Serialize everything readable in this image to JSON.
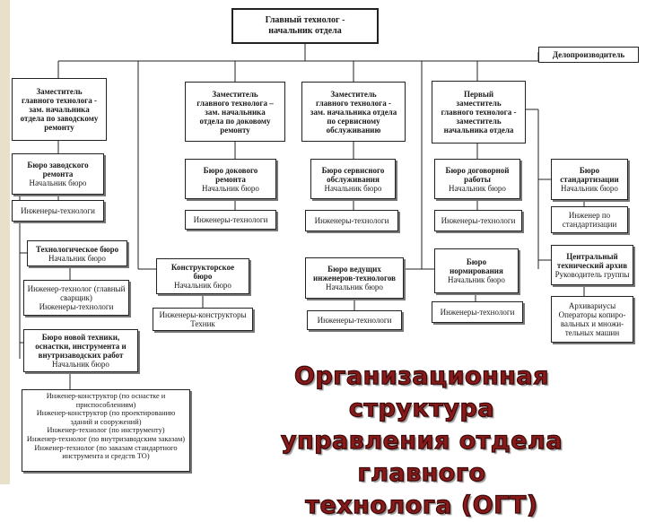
{
  "root": {
    "line1": "Главный технолог -",
    "line2": "начальник отдела"
  },
  "clerk": "Делопроизводитель",
  "deputies": {
    "d1": [
      "Заместитель",
      "главного технолога -",
      "зам. начальника",
      "отдела по заводскому",
      "ремонту"
    ],
    "d2": [
      "Заместитель",
      "главного технолога –",
      "зам. начальника",
      "отдела по доковому",
      "ремонту"
    ],
    "d3": [
      "Заместитель",
      "главного технолога -",
      "зам. начальника отдела",
      "по сервисному",
      "обслуживанию"
    ],
    "d4": [
      "Первый",
      "заместитель",
      "главного технолога -",
      "заместитель",
      "начальника отдела"
    ]
  },
  "bureaus": {
    "b1": {
      "name": [
        "Бюро заводского",
        "ремонта"
      ],
      "head": "Начальник бюро"
    },
    "b2": {
      "name": [
        "Бюро докового",
        "ремонта"
      ],
      "head": "Начальник бюро"
    },
    "b3": {
      "name": [
        "Бюро сервисного",
        "обслуживания"
      ],
      "head": "Начальник бюро"
    },
    "b4": {
      "name": [
        "Бюро договорной",
        "работы"
      ],
      "head": "Начальник бюро"
    },
    "b5": {
      "name": [
        "Бюро",
        "стандартизации"
      ],
      "head": "Начальник бюро"
    },
    "tech": {
      "name": [
        "Технологическое бюро"
      ],
      "head": "Начальник бюро"
    },
    "design": {
      "name": [
        "Конструкторское",
        "бюро"
      ],
      "head": "Начальник бюро"
    },
    "lead": {
      "name": [
        "Бюро ведущих",
        "инженеров-технологов"
      ],
      "head": "Начальник бюро"
    },
    "norm": {
      "name": [
        "Бюро",
        "нормирования"
      ],
      "head": "Начальник бюро"
    },
    "archive": {
      "name": [
        "Центральный",
        "технический архив"
      ],
      "head": "Руководитель группы"
    },
    "newtech": {
      "name": [
        "Бюро новой техники,",
        "оснастки, инструмента и",
        "внутризаводских работ"
      ],
      "head": "Начальник бюро"
    }
  },
  "staff": {
    "s1": "Инженеры-технологи",
    "s2": "Инженеры-технологи",
    "s3": "Инженеры-технологи",
    "s4": "Инженеры-технологи",
    "s5": [
      "Инженер по",
      "стандартизации"
    ],
    "tech": [
      "Инженер-технолог (главный",
      "сварщик)",
      "Инженеры-технологи"
    ],
    "design": [
      "Инженеры-конструкторы",
      "Техник"
    ],
    "lead": "Инженеры-технологи",
    "norm": "Инженеры-технологи",
    "archive": [
      "Архивариусы",
      "Операторы копиро-",
      "вальных и множи-",
      "тельных машин"
    ],
    "newtech": [
      "Инженер-конструктор (по оснастке и",
      "приспособлениям)",
      "Инженер-конструктор (по проектированию",
      "зданий и сооружений)",
      "Инженер-технолог (по инструменту)",
      "Инженер-технолог (по внутризаводским заказам)",
      "Инженер-технолог (по заказам стандартного",
      "инструмента и средств ТО)"
    ]
  },
  "title": [
    "Организационная структура",
    "управления отдела главного",
    "технолога (ОГТ)"
  ],
  "colors": {
    "title_fill": "#8a1a1a",
    "title_outline": "#3a0808",
    "strip": "#e6e1c8"
  }
}
